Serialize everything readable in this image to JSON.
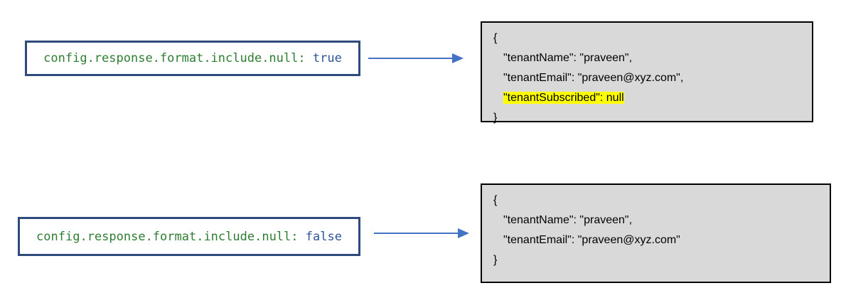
{
  "example_true": {
    "config_key": "config.response.format.include.null:",
    "config_value": "true",
    "json": {
      "open_brace": "{",
      "line1_key": "\"tenantName\"",
      "line1_value": ": \"praveen\",",
      "line2_key": "\"tenantEmail\"",
      "line2_value": ": \"praveen@xyz.com\",",
      "line3_key": "\"tenantSubscribed\"",
      "line3_value": ": null",
      "close_brace": "}"
    }
  },
  "example_false": {
    "config_key": "config.response.format.include.null:",
    "config_value": "false",
    "json": {
      "open_brace": "{",
      "line1_key": "\"tenantName\"",
      "line1_value": ": \"praveen\",",
      "line2_key": "\"tenantEmail\"",
      "line2_value": ": \"praveen@xyz.com\"",
      "close_brace": "}"
    }
  },
  "colors": {
    "config_border": "#2f4b7c",
    "config_key_text": "#2e7d32",
    "config_value_text": "#2f5597",
    "arrow": "#4472c4",
    "json_background": "#d9d9d9",
    "highlight": "#ffff00"
  }
}
